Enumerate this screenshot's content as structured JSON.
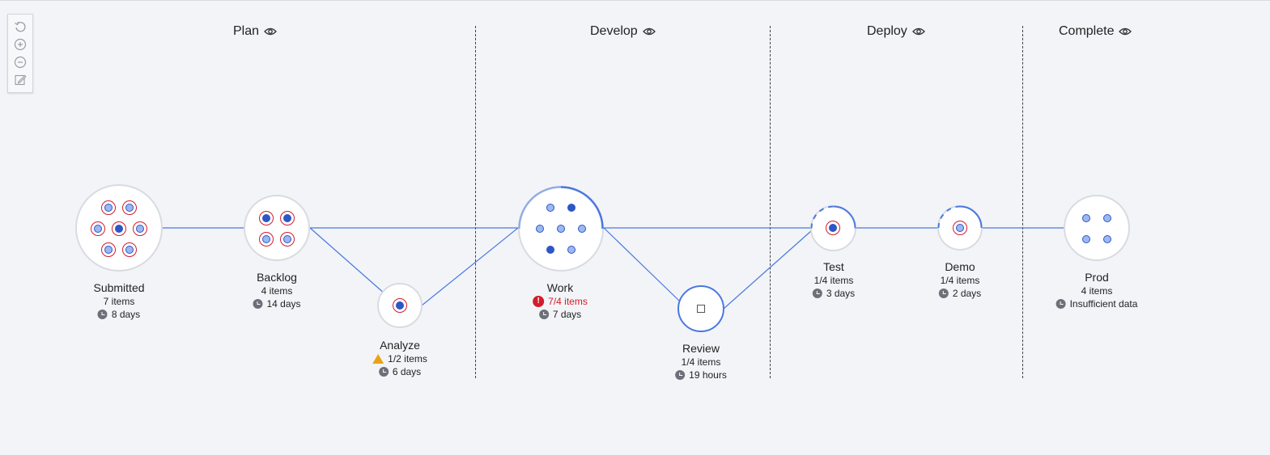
{
  "toolbar": {
    "tools": [
      {
        "name": "reset-icon"
      },
      {
        "name": "zoom-in-icon"
      },
      {
        "name": "zoom-out-icon"
      },
      {
        "name": "edit-icon"
      }
    ]
  },
  "stages": [
    {
      "label": "Plan",
      "icon": "eye-icon"
    },
    {
      "label": "Develop",
      "icon": "eye-icon"
    },
    {
      "label": "Deploy",
      "icon": "eye-icon"
    },
    {
      "label": "Complete",
      "icon": "eye-icon"
    }
  ],
  "nodes": {
    "submitted": {
      "name": "Submitted",
      "items": "7 items",
      "time": "8 days"
    },
    "backlog": {
      "name": "Backlog",
      "items": "4 items",
      "time": "14 days"
    },
    "analyze": {
      "name": "Analyze",
      "items": "1/2 items",
      "time": "6 days",
      "status": "warning"
    },
    "work": {
      "name": "Work",
      "items": "7/4 items",
      "time": "7 days",
      "status": "error"
    },
    "review": {
      "name": "Review",
      "items": "1/4 items",
      "time": "19 hours"
    },
    "test": {
      "name": "Test",
      "items": "1/4 items",
      "time": "3 days"
    },
    "demo": {
      "name": "Demo",
      "items": "1/4 items",
      "time": "2 days"
    },
    "prod": {
      "name": "Prod",
      "items": "4 items",
      "time": "Insufficient data"
    }
  },
  "colors": {
    "accent": "#4a78e0",
    "error": "#d41c2b",
    "warning": "#e8a317",
    "background": "#f3f4f8"
  }
}
